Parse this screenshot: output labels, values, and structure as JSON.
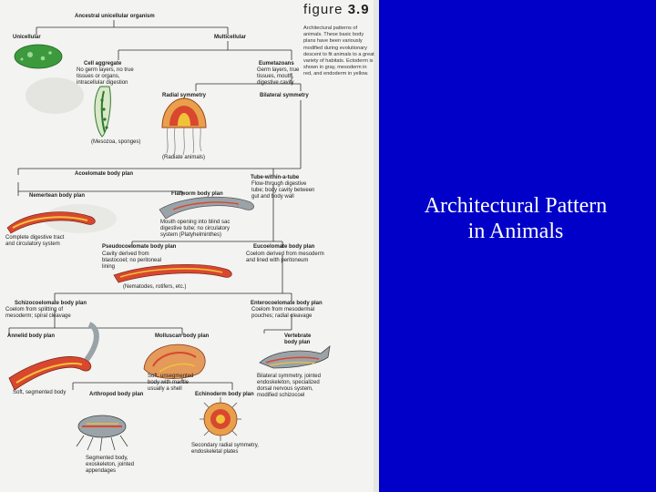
{
  "title": {
    "line1": "Architectural Pattern",
    "line2": "in Animals"
  },
  "figure": {
    "word": "figure",
    "number": "3.9",
    "caption": "Architectural patterns of animals. These basic body plans have been variously modified during evolutionary descent to fit animals to a great variety of habitats. Ectoderm is shown in gray, mesoderm in red, and endoderm in yellow."
  },
  "nodes": {
    "ancestral": "Ancestral unicellular organism",
    "unicellular": "Unicellular",
    "multicellular": "Multicellular",
    "cell_aggregate": "Cell aggregate",
    "cell_aggregate_desc": "No germ layers, no true tissues or organs, intracellular digestion",
    "mesozoa": "(Mesozoa, sponges)",
    "eumetazoans": "Eumetazoans",
    "eumetazoans_desc": "Germ layers, true tissues, mouth, digestive cavity",
    "radial": "Radial symmetry",
    "radiate": "(Radiate animals)",
    "bilateral": "Bilateral symmetry",
    "acoelomate": "Acoelomate body plan",
    "tube": "Tube-within-a-tube",
    "tube_desc": "Flow-through digestive tube; body cavity between gut and body wall",
    "nemertean": "Nemertean body plan",
    "nemertean_desc": "Complete digestive tract and circulatory system",
    "flatworm": "Flatworm body plan",
    "flatworm_desc": "Mouth opening into blind sac digestive tube; no circulatory system (Platyhelminthes)",
    "pseudocoelomate": "Pseudocoelomate body plan",
    "pseudocoelomate_desc": "Cavity derived from blastocoel; no peritoneal lining",
    "nematodes": "(Nematodes, rotifers, etc.)",
    "eucoelomate": "Eucoelomate body plan",
    "eucoelomate_desc": "Coelom derived from mesoderm and lined with peritoneum",
    "schizocoelomate": "Schizocoelomate body plan",
    "schizocoelomate_desc": "Coelom from splitting of mesoderm; spiral cleavage",
    "enterocoelomate": "Enterocoelomate body plan",
    "enterocoelomate_desc": "Coelom from mesodermal pouches; radial cleavage",
    "annelid": "Annelid body plan",
    "annelid_desc": "Soft, segmented body",
    "molluscan": "Molluscan body plan",
    "molluscan_desc": "Soft, unsegmented body with mantle usually a shell",
    "arthropod": "Arthropod body plan",
    "arthropod_desc": "Segmented body, exoskeleton, jointed appendages",
    "echinoderm": "Echinoderm body plan",
    "echinoderm_desc": "Secondary radial symmetry, endoskeletal plates",
    "vertebrate": "Vertebrate body plan",
    "vertebrate_desc": "Bilateral symmetry, jointed endoskeleton, specialized dorsal nervous system, modified schizocoel"
  },
  "colors": {
    "background": "#0000c8",
    "panel": "#f3f3f1",
    "ectoderm": "#9aa3a8",
    "mesoderm": "#d9472f",
    "endoderm": "#f0c23a",
    "cell": "#3c9a3c",
    "title_text": "#ffffff"
  }
}
